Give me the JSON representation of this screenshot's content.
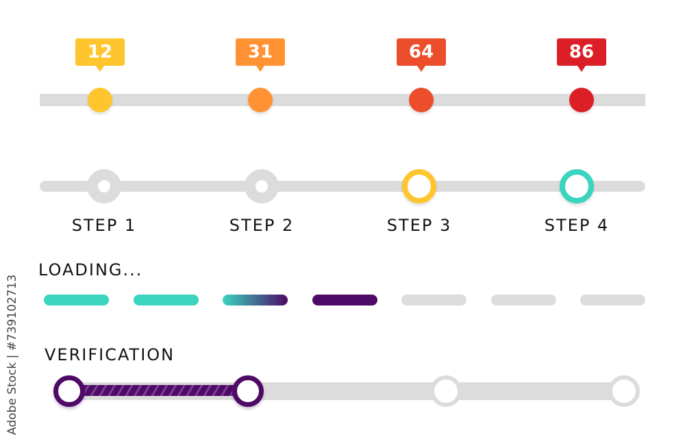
{
  "value_slider": {
    "markers": [
      {
        "value": "12",
        "color": "#FFC52E"
      },
      {
        "value": "31",
        "color": "#FF9233"
      },
      {
        "value": "64",
        "color": "#EC4E2C"
      },
      {
        "value": "86",
        "color": "#DC1F26"
      }
    ]
  },
  "stepper": {
    "steps": [
      {
        "label": "STEP 1",
        "state": "completed",
        "color": "#DCDCDC"
      },
      {
        "label": "STEP 2",
        "state": "completed",
        "color": "#DCDCDC"
      },
      {
        "label": "STEP 3",
        "state": "active",
        "color": "#FFC52E"
      },
      {
        "label": "STEP 4",
        "state": "active",
        "color": "#3AD4BF"
      }
    ]
  },
  "loading": {
    "label": "LOADING...",
    "segments_total": 7,
    "segments_filled": 4,
    "colors": {
      "teal": "#3AD4BF",
      "purple": "#4E0A66",
      "empty": "#DCDCDC"
    }
  },
  "verification": {
    "label": "VERIFICATION",
    "nodes_total": 4,
    "nodes_completed": 2,
    "colors": {
      "active": "#4E0A66",
      "inactive": "#DCDCDC"
    }
  },
  "watermark": "Adobe Stock | #739102713"
}
